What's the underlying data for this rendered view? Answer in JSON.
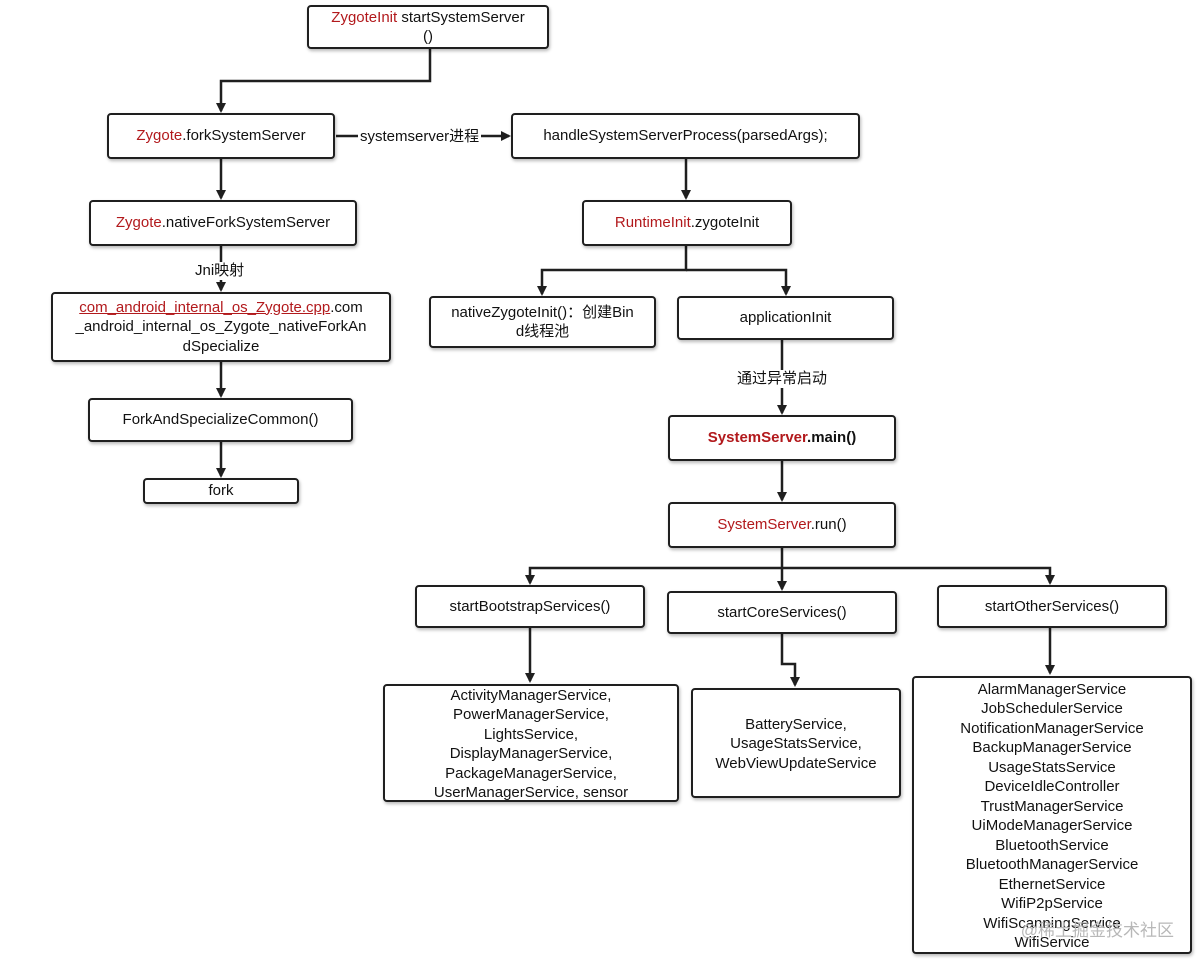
{
  "nodes": {
    "zygoteinit_start": {
      "red": "ZygoteInit",
      "text": " startSystemServer",
      "line2": "()"
    },
    "fork_system_server": {
      "red": "Zygote",
      "text": ".forkSystemServer"
    },
    "native_fork_system_server": {
      "red": "Zygote",
      "text": ".nativeForkSystemServer"
    },
    "jni_cpp": {
      "red": "com_android_internal_os_Zygote.cpp",
      "text": ".com",
      "line2": "_android_internal_os_Zygote_nativeForkAn",
      "line3": "dSpecialize"
    },
    "fork_and_specialize_common": {
      "text": "ForkAndSpecializeCommon()"
    },
    "fork": {
      "text": "fork"
    },
    "handle_system_server_process": {
      "text": "handleSystemServerProcess(parsedArgs);"
    },
    "runtime_init": {
      "red": "RuntimeInit",
      "text": ".zygoteInit"
    },
    "native_zygote_init": {
      "line1": "nativeZygoteInit()：创建Bin",
      "line2": "d线程池"
    },
    "application_init": {
      "text": "applicationInit"
    },
    "system_server_main": {
      "red": "SystemServer",
      "text": ".main()"
    },
    "system_server_run": {
      "red": "SystemServer",
      "text": ".run()"
    },
    "start_bootstrap_services": {
      "text": "startBootstrapServices()"
    },
    "start_core_services": {
      "text": "startCoreServices()"
    },
    "start_other_services": {
      "text": "startOtherServices()"
    }
  },
  "lists": {
    "bootstrap_services": [
      "ActivityManagerService,",
      "PowerManagerService,",
      "LightsService,",
      "DisplayManagerService,",
      "PackageManagerService,",
      "UserManagerService,    sensor"
    ],
    "core_services": [
      "BatteryService,",
      "UsageStatsService,",
      "WebViewUpdateService"
    ],
    "other_services": [
      "AlarmManagerService",
      "JobSchedulerService",
      "NotificationManagerService",
      "BackupManagerService",
      "UsageStatsService",
      "DeviceIdleController",
      "TrustManagerService",
      "UiModeManagerService",
      "BluetoothService",
      "BluetoothManagerService",
      "EthernetService",
      "WifiP2pService",
      "WifiScanningService",
      "WifiService"
    ]
  },
  "edge_labels": {
    "systemserver_process": "systemserver进程",
    "jni_mapping": "Jni映射",
    "start_via_exception": "通过异常启动"
  },
  "watermark": "@稀土掘金技术社区",
  "colors": {
    "accent_red": "#b2191c",
    "border": "#1f1f1f"
  }
}
